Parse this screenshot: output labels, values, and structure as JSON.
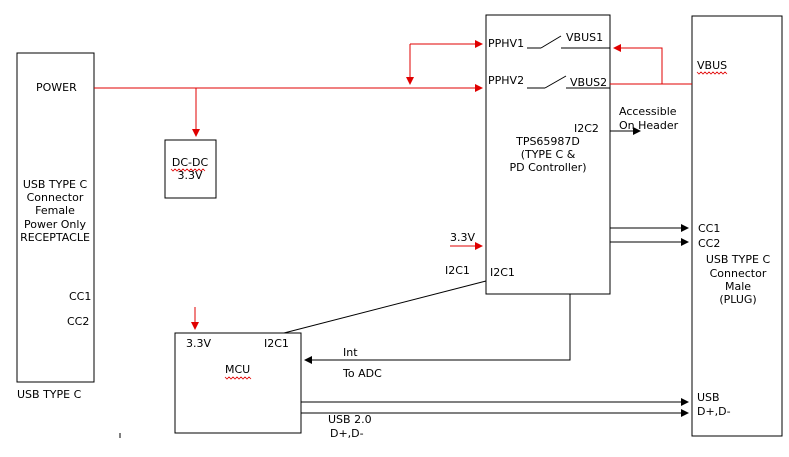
{
  "diagram": {
    "colors": {
      "power_line": "#e00000",
      "signal_line": "#000000",
      "squiggle": "#e00000"
    },
    "left_connector": {
      "power_label": "POWER",
      "description": [
        "USB TYPE C",
        "Connector",
        "Female",
        "Power Only",
        "RECEPTACLE"
      ],
      "cc1": "CC1",
      "cc2": "CC2",
      "caption": "USB TYPE C"
    },
    "dcdc": {
      "lines": [
        "DC-DC",
        "3.3V"
      ]
    },
    "controller": {
      "pphv1": "PPHV1",
      "pphv2": "PPHV2",
      "vbus1": "VBUS1",
      "vbus2": "VBUS2",
      "i2c2": "I2C2",
      "name_lines": [
        "TPS65987D",
        "(TYPE C &",
        "PD Controller)"
      ],
      "i2c1": "I2C1"
    },
    "right_connector": {
      "vbus": "VBUS",
      "cc1": "CC1",
      "cc2": "CC2",
      "description": [
        "USB TYPE C",
        "Connector",
        "Male",
        "(PLUG)"
      ],
      "usb_lines": [
        "USB",
        "D+,D-"
      ]
    },
    "mcu": {
      "v33": "3.3V",
      "i2c1": "I2C1",
      "name": "MCU"
    },
    "annotations": {
      "header_lines": [
        "Accessible",
        "On Header"
      ],
      "v33_input": "3.3V",
      "i2c1_line": "I2C1",
      "int": "Int",
      "to_adc": "To ADC",
      "usb20_lines": [
        "USB 2.0",
        "D+,D-"
      ]
    }
  }
}
